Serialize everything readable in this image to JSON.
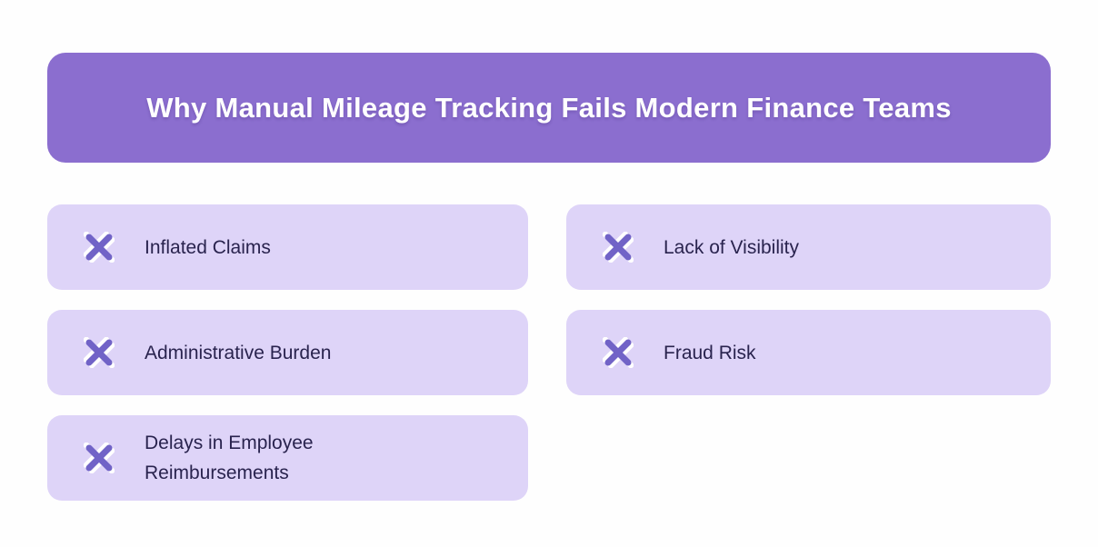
{
  "page": {
    "background": "#FEFEFE"
  },
  "header": {
    "title": "Why Manual Mileage Tracking Fails Modern Finance Teams",
    "background": "#8B6ECF",
    "text_color": "#FFFFFF"
  },
  "cards": {
    "background": "#DED4F8",
    "text_color": "#29234E",
    "icon_name": "x-mark-icon",
    "icon_color": "#7163C7",
    "icon_highlight": "#FFFFFF",
    "items": [
      {
        "label": "Inflated Claims"
      },
      {
        "label": "Lack of Visibility"
      },
      {
        "label": "Administrative Burden"
      },
      {
        "label": "Fraud Risk"
      },
      {
        "label": "Delays in Employee Reimbursements"
      }
    ]
  }
}
